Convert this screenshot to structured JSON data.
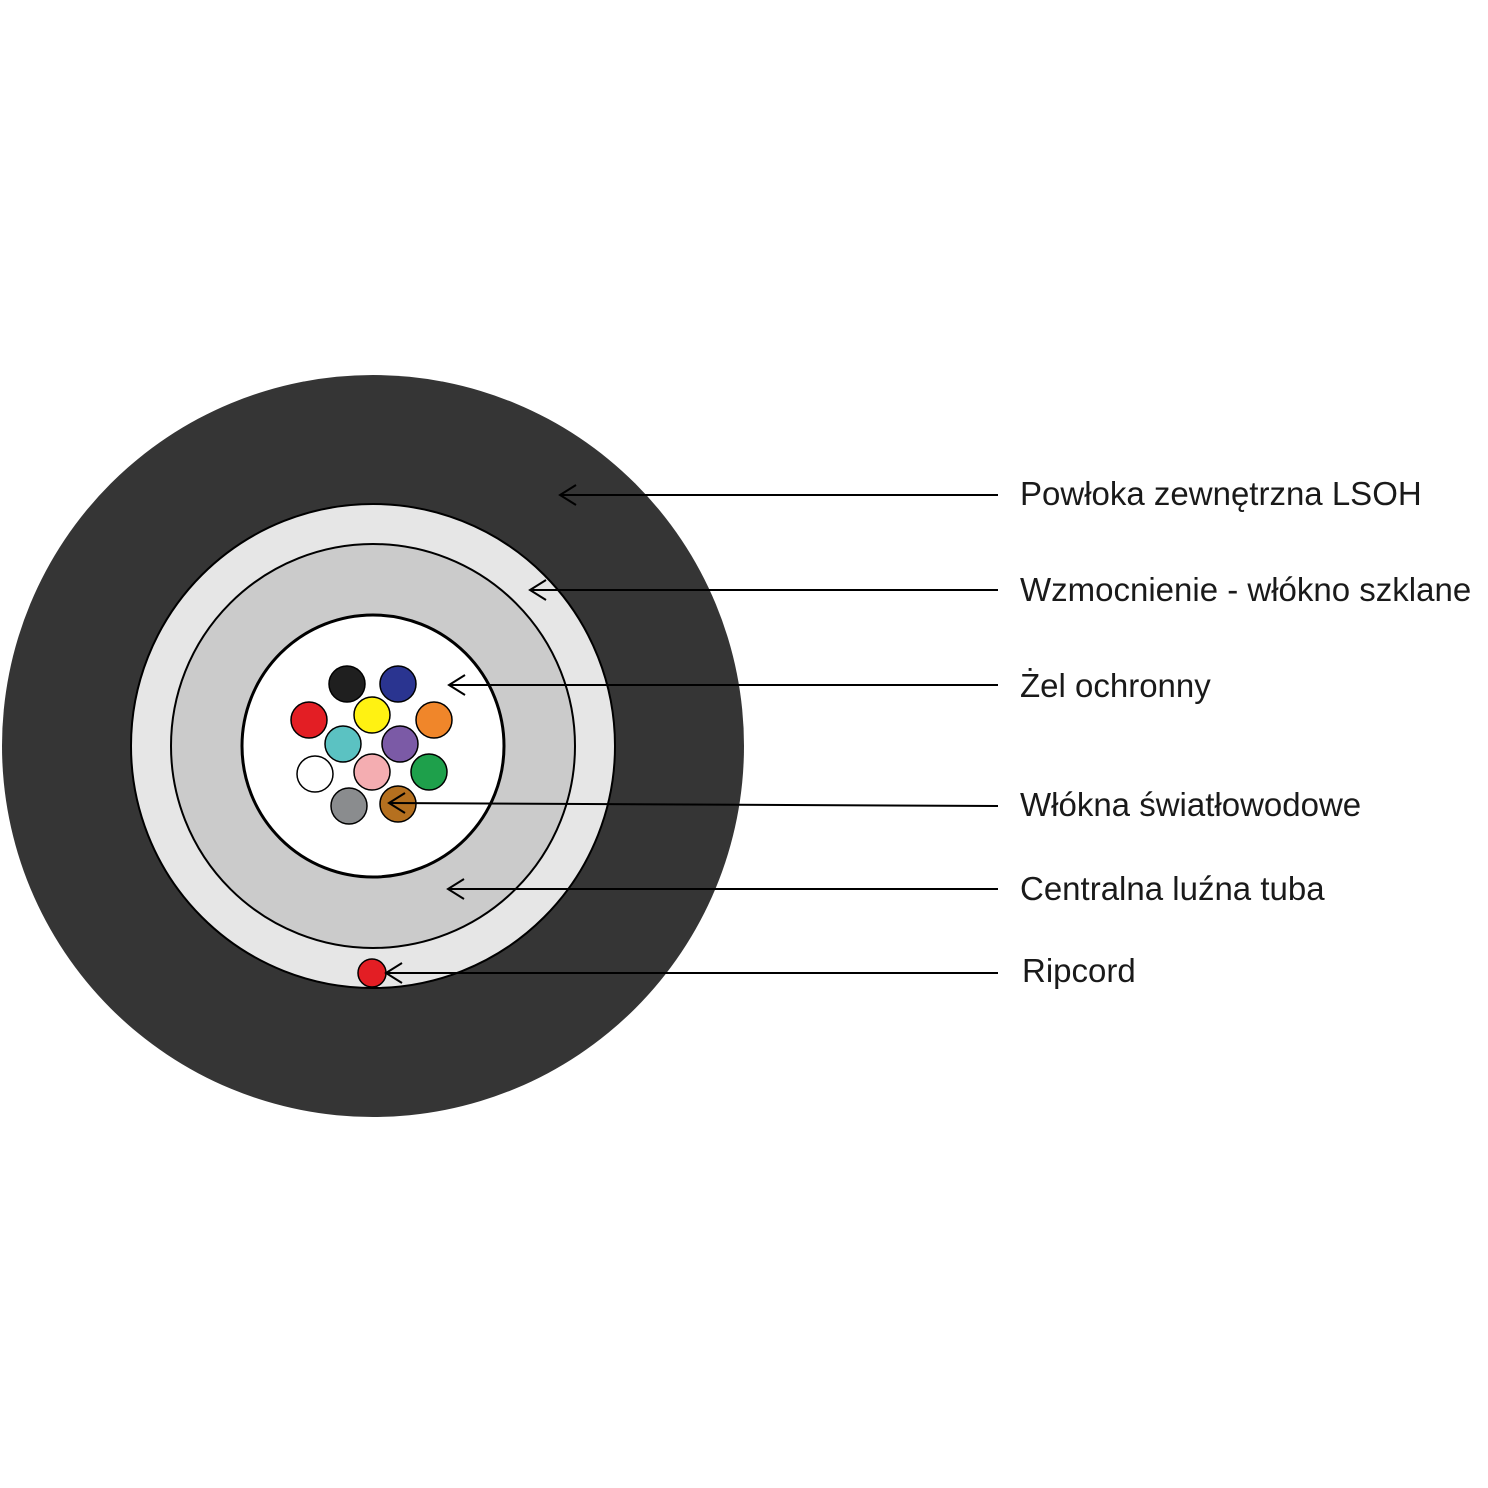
{
  "colors": {
    "outer_jacket": "#353535",
    "strength_layer": "#e6e6e6",
    "loose_tube": "#cbcbcb",
    "gel": "#ffffff",
    "outline": "#000000",
    "ripcord": "#e31e24"
  },
  "fibers": [
    {
      "name": "fiber-black",
      "color": "#1f1f1f"
    },
    {
      "name": "fiber-blue",
      "color": "#2a3490"
    },
    {
      "name": "fiber-red",
      "color": "#e31e24"
    },
    {
      "name": "fiber-yellow",
      "color": "#fff212"
    },
    {
      "name": "fiber-orange",
      "color": "#f0862a"
    },
    {
      "name": "fiber-aqua",
      "color": "#5bc2c2"
    },
    {
      "name": "fiber-violet",
      "color": "#7b5aa6"
    },
    {
      "name": "fiber-white",
      "color": "#ffffff"
    },
    {
      "name": "fiber-rose",
      "color": "#f4adb1"
    },
    {
      "name": "fiber-green",
      "color": "#1ea04b"
    },
    {
      "name": "fiber-slate",
      "color": "#8a8c8e"
    },
    {
      "name": "fiber-brown",
      "color": "#b5701f"
    }
  ],
  "labels": {
    "outer_jacket": "Powłoka zewnętrzna LSOH",
    "strength_member": "Wzmocnienie - włókno szklane",
    "gel": "Żel ochronny",
    "fibers": "Włókna światłowodowe",
    "loose_tube": "Centralna luźna tuba",
    "ripcord": "Ripcord"
  }
}
